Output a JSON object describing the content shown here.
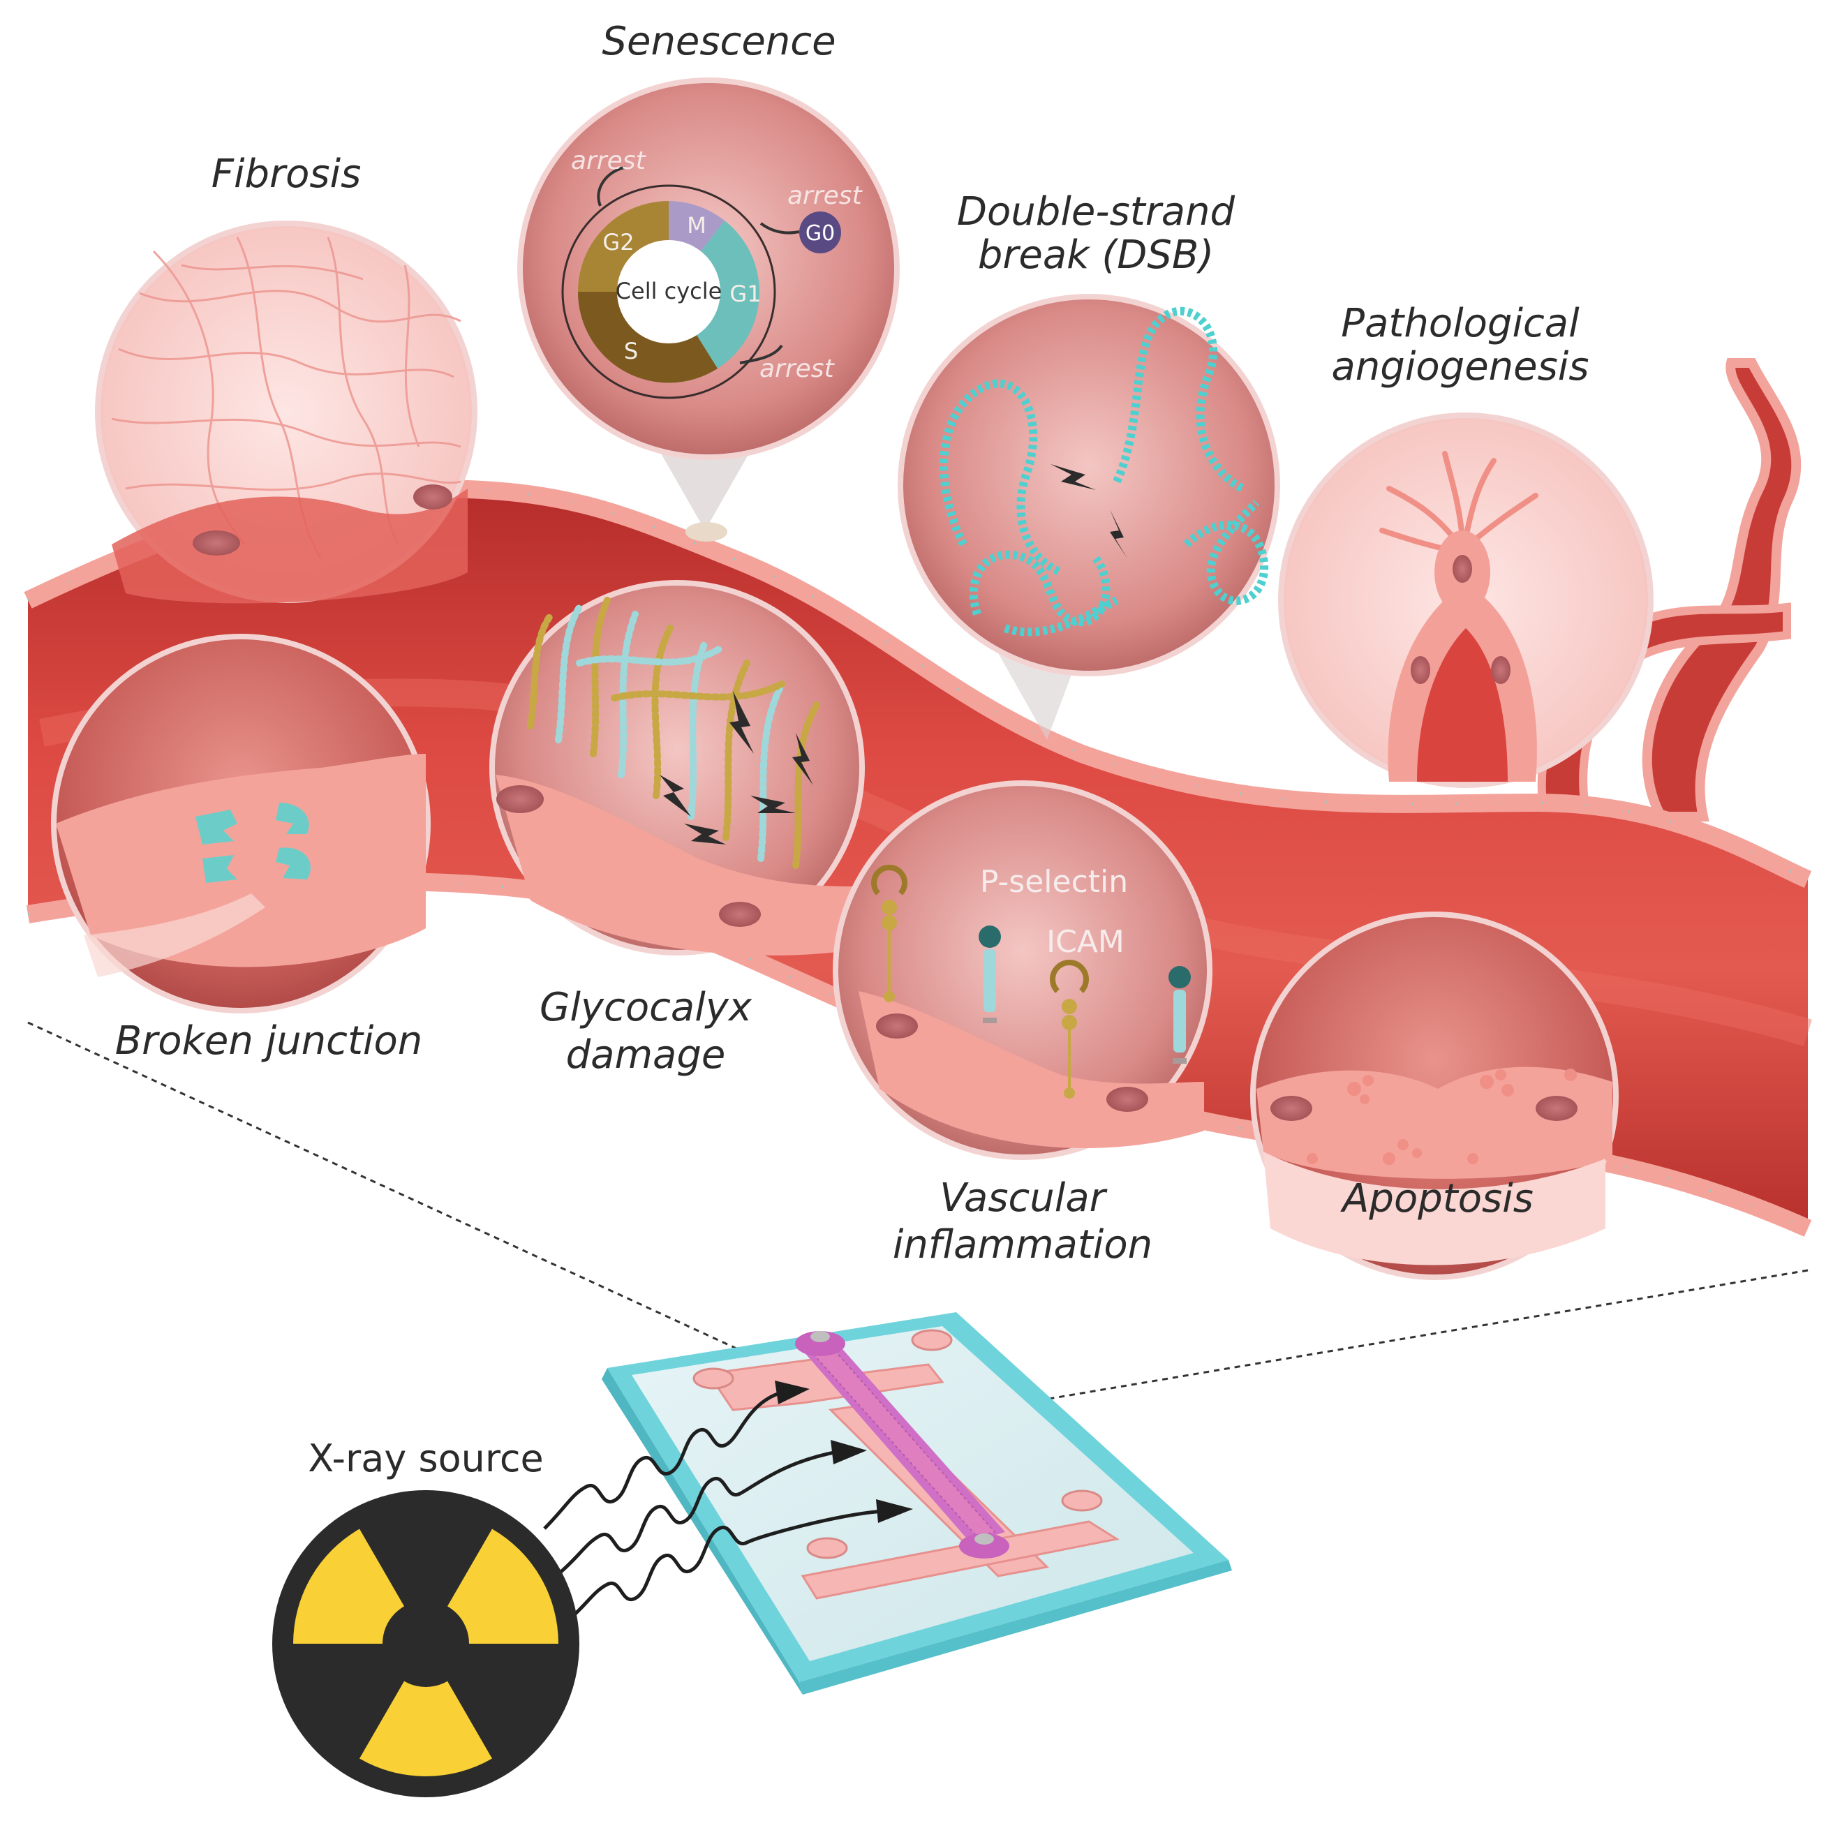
{
  "labels": {
    "senescence": "Senescence",
    "fibrosis": "Fibrosis",
    "dsb_line1": "Double-strand",
    "dsb_line2": "break (DSB)",
    "angio_line1": "Pathological",
    "angio_line2": "angiogenesis",
    "broken_junction": "Broken junction",
    "glyco_line1": "Glycocalyx",
    "glyco_line2": "damage",
    "vasc_line1": "Vascular",
    "vasc_line2": "inflammation",
    "apoptosis": "Apoptosis",
    "xray_source": "X-ray source"
  },
  "cell_cycle": {
    "center": "Cell cycle",
    "phases": [
      "M",
      "G1",
      "S",
      "G2"
    ],
    "arrest": "arrest",
    "g0": "G0"
  },
  "inflammation": {
    "p_selectin": "P-selectin",
    "icam": "ICAM"
  },
  "colors": {
    "vessel": "#d9443f",
    "vessel_dark": "#b82f2c",
    "endothelium": "#f4a39b",
    "bubble": "#efb3b0",
    "teal": "#4fc4c0",
    "radiation_yellow": "#f9d136",
    "radiation_dark": "#2b2b2b",
    "chip_blue": "#6fd3dc",
    "chip_pink": "#f6b6b4",
    "channel_magenta": "#d06fc6"
  }
}
